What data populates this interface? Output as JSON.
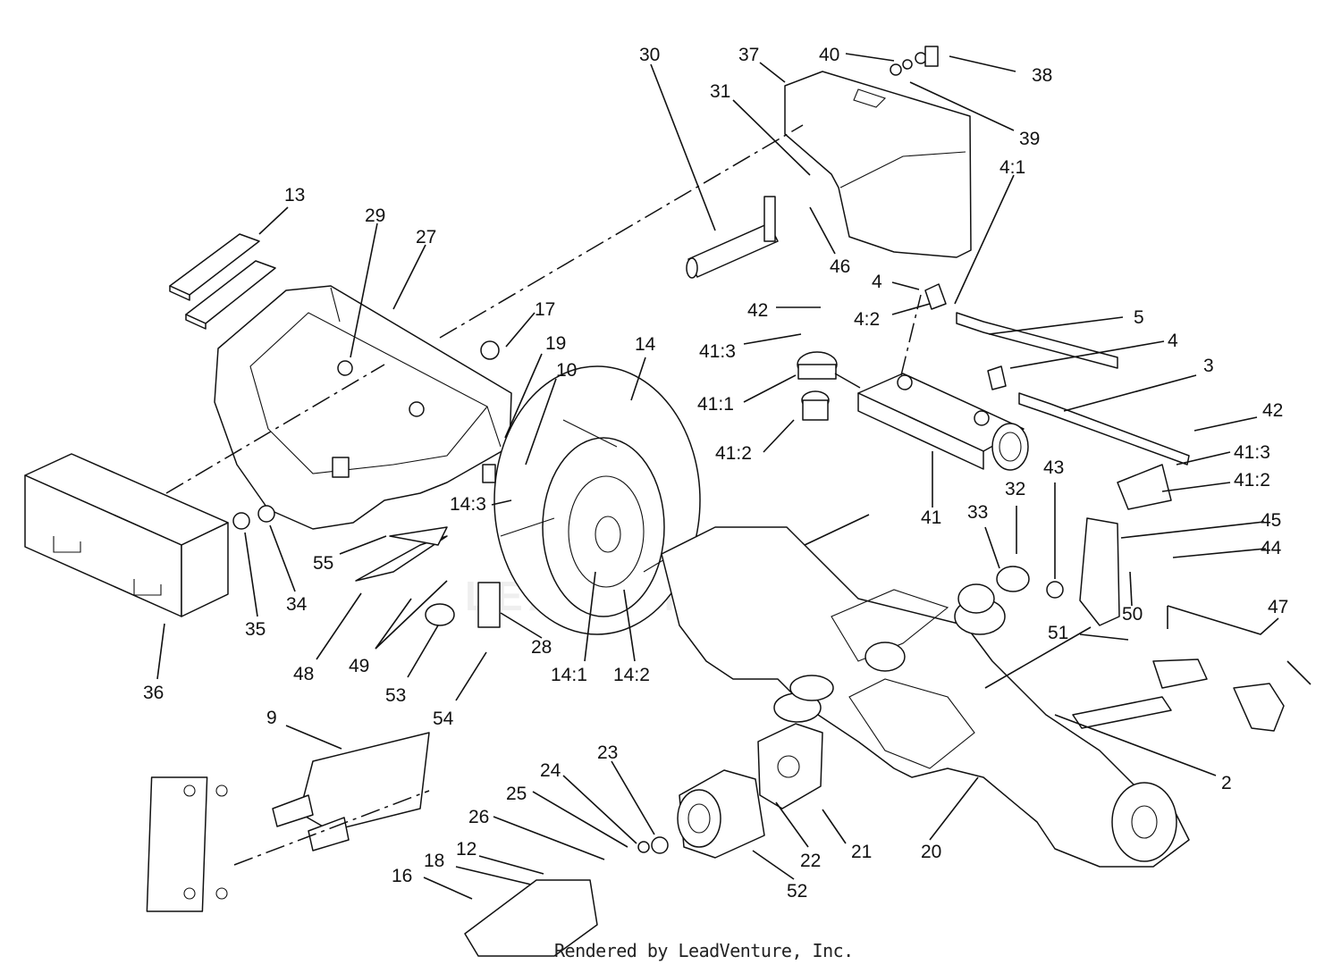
{
  "diagram": {
    "credit": "Rendered by LeadVenture, Inc.",
    "watermark": "LEADVENTURE",
    "callouts": [
      {
        "id": "c30",
        "label": "30"
      },
      {
        "id": "c37",
        "label": "37"
      },
      {
        "id": "c40",
        "label": "40"
      },
      {
        "id": "c38",
        "label": "38"
      },
      {
        "id": "c31",
        "label": "31"
      },
      {
        "id": "c39",
        "label": "39"
      },
      {
        "id": "c4_1",
        "label": "4:1"
      },
      {
        "id": "c13",
        "label": "13"
      },
      {
        "id": "c29",
        "label": "29"
      },
      {
        "id": "c27",
        "label": "27"
      },
      {
        "id": "c46",
        "label": "46"
      },
      {
        "id": "c4a",
        "label": "4"
      },
      {
        "id": "c4_2",
        "label": "4:2"
      },
      {
        "id": "c5",
        "label": "5"
      },
      {
        "id": "c42a",
        "label": "42"
      },
      {
        "id": "c17",
        "label": "17"
      },
      {
        "id": "c19",
        "label": "19"
      },
      {
        "id": "c14",
        "label": "14"
      },
      {
        "id": "c10",
        "label": "10"
      },
      {
        "id": "c41_3a",
        "label": "41:3"
      },
      {
        "id": "c4b",
        "label": "4"
      },
      {
        "id": "c3",
        "label": "3"
      },
      {
        "id": "c41_1",
        "label": "41:1"
      },
      {
        "id": "c41_2a",
        "label": "41:2"
      },
      {
        "id": "c42b",
        "label": "42"
      },
      {
        "id": "c41_3b",
        "label": "41:3"
      },
      {
        "id": "c41_2b",
        "label": "41:2"
      },
      {
        "id": "c43",
        "label": "43"
      },
      {
        "id": "c32",
        "label": "32"
      },
      {
        "id": "c33",
        "label": "33"
      },
      {
        "id": "c41",
        "label": "41"
      },
      {
        "id": "c45",
        "label": "45"
      },
      {
        "id": "c44",
        "label": "44"
      },
      {
        "id": "c14_3",
        "label": "14:3"
      },
      {
        "id": "c55",
        "label": "55"
      },
      {
        "id": "c35",
        "label": "35"
      },
      {
        "id": "c34",
        "label": "34"
      },
      {
        "id": "c50",
        "label": "50"
      },
      {
        "id": "c47",
        "label": "47"
      },
      {
        "id": "c51",
        "label": "51"
      },
      {
        "id": "c28",
        "label": "28"
      },
      {
        "id": "c14_1",
        "label": "14:1"
      },
      {
        "id": "c14_2",
        "label": "14:2"
      },
      {
        "id": "c48",
        "label": "48"
      },
      {
        "id": "c49",
        "label": "49"
      },
      {
        "id": "c53",
        "label": "53"
      },
      {
        "id": "c54",
        "label": "54"
      },
      {
        "id": "c36",
        "label": "36"
      },
      {
        "id": "c9",
        "label": "9"
      },
      {
        "id": "c23",
        "label": "23"
      },
      {
        "id": "c24",
        "label": "24"
      },
      {
        "id": "c25",
        "label": "25"
      },
      {
        "id": "c26",
        "label": "26"
      },
      {
        "id": "c2",
        "label": "2"
      },
      {
        "id": "c12",
        "label": "12"
      },
      {
        "id": "c18",
        "label": "18"
      },
      {
        "id": "c16",
        "label": "16"
      },
      {
        "id": "c22",
        "label": "22"
      },
      {
        "id": "c21",
        "label": "21"
      },
      {
        "id": "c20",
        "label": "20"
      },
      {
        "id": "c52",
        "label": "52"
      }
    ]
  }
}
